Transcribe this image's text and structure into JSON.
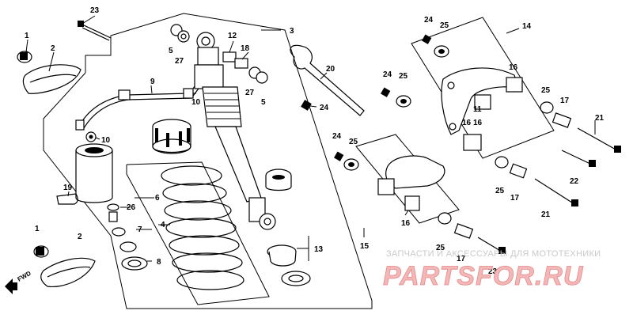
{
  "callouts": {
    "c1a": "1",
    "c1b": "1",
    "c2a": "2",
    "c2b": "2",
    "c3": "3",
    "c4": "4",
    "c5a": "5",
    "c5b": "5",
    "c6": "6",
    "c7": "7",
    "c8": "8",
    "c9": "9",
    "c10a": "10",
    "c10b": "10",
    "c11": "11",
    "c12": "12",
    "c13": "13",
    "c14": "14",
    "c15": "15",
    "c16a": "16",
    "c16b": "16",
    "c16c": "16",
    "c16d": "16",
    "c17a": "17",
    "c17b": "17",
    "c17c": "17",
    "c18": "18",
    "c19": "19",
    "c20": "20",
    "c21a": "21",
    "c21b": "21",
    "c22": "22",
    "c23a": "23",
    "c23b": "23",
    "c24a": "24",
    "c24b": "24",
    "c24c": "24",
    "c24d": "24",
    "c25a": "25",
    "c25b": "25",
    "c25c": "25",
    "c25d": "25",
    "c25e": "25",
    "c26": "26",
    "c27a": "27",
    "c27b": "27"
  },
  "fwd_label": "FWD",
  "watermark": {
    "line1": "ЗАПЧАСТИ И АКСЕССУАРЫ ДЛЯ МОТОТЕХНИКИ",
    "line2": "PARTSFOR.RU"
  }
}
